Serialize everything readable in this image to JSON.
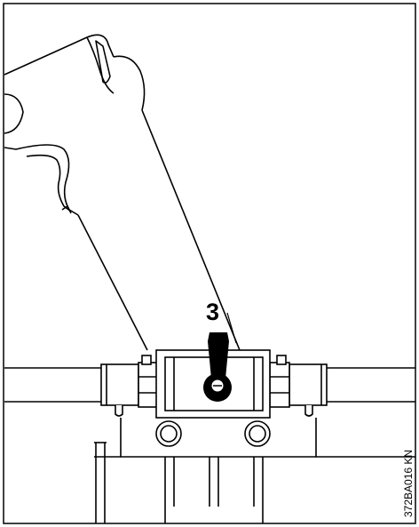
{
  "figure": {
    "callout_number": "3",
    "figure_code": "372BA016 KN"
  },
  "parts": {
    "frame": "figure-border",
    "spray_gun": "spray-gun-handle",
    "valve": "shut-off-valve",
    "valve_lever": "valve-lever-knob",
    "pipes": "horizontal-pipes",
    "bracket": "mounting-bracket",
    "mount": "bracket-mount-rods"
  }
}
